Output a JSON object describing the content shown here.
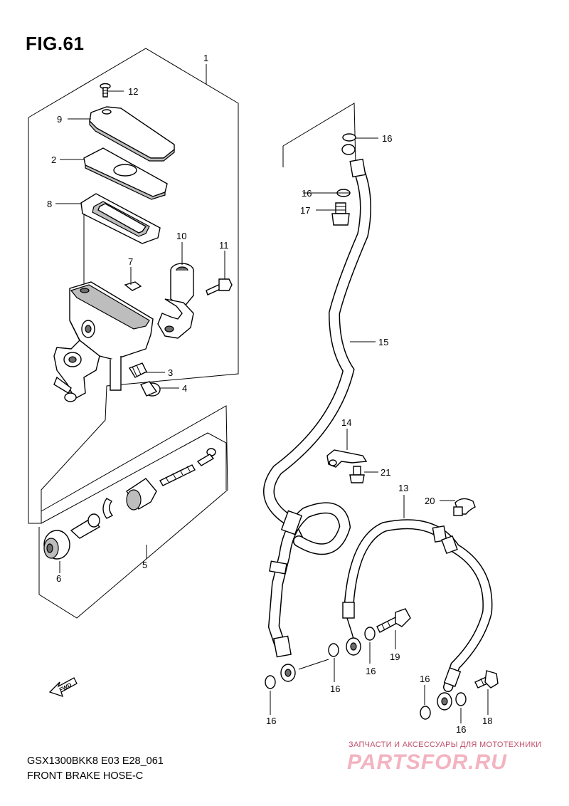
{
  "figure": {
    "title": "FIG.61",
    "model_code": "GSX1300BKK8 E03 E28_061",
    "caption": "FRONT BRAKE HOSE-C"
  },
  "callouts": {
    "c1": "1",
    "c2": "2",
    "c3": "3",
    "c4": "4",
    "c5": "5",
    "c6": "6",
    "c7": "7",
    "c8": "8",
    "c9": "9",
    "c10": "10",
    "c11": "11",
    "c12": "12",
    "c13": "13",
    "c14": "14",
    "c15": "15",
    "c16a": "16",
    "c16b": "16",
    "c16c": "16",
    "c16d": "16",
    "c16e": "16",
    "c16f": "16",
    "c16g": "16",
    "c17": "17",
    "c18": "18",
    "c19": "19",
    "c20": "20",
    "c21": "21"
  },
  "fwd_arrow": {
    "label": "FWD"
  },
  "watermark": {
    "tagline": "ЗАПЧАСТИ И АКСЕССУАРЫ ДЛЯ МОТОТЕХНИКИ",
    "logo": "PARTSFOR.RU"
  }
}
